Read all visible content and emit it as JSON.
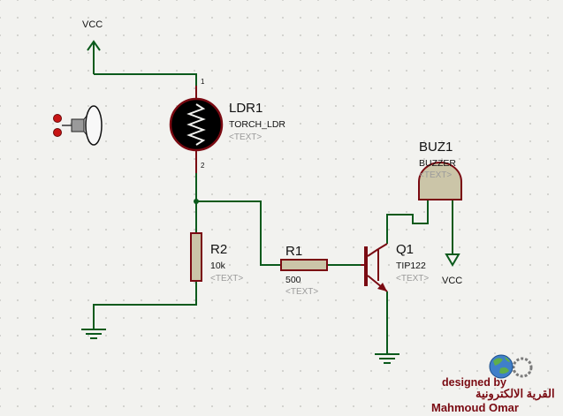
{
  "power": {
    "top_label": "VCC",
    "buzzer_label": "VCC"
  },
  "ldr": {
    "ref": "LDR1",
    "value": "TORCH_LDR",
    "placeholder": "<TEXT>",
    "pin1": "1",
    "pin2": "2"
  },
  "r2": {
    "ref": "R2",
    "value": "10k",
    "placeholder": "<TEXT>"
  },
  "r1": {
    "ref": "R1",
    "value": "500",
    "placeholder": "<TEXT>"
  },
  "q1": {
    "ref": "Q1",
    "value": "TIP122",
    "placeholder": "<TEXT>"
  },
  "buzzer": {
    "ref": "BUZ1",
    "value": "BUZZER",
    "placeholder": "<TEXT>"
  },
  "credit": {
    "designed_by": "designed by",
    "arabic": "القرية الالكترونية",
    "author": "Mahmoud Omar"
  },
  "colors": {
    "wire": "#0b5a1c",
    "component": "#7a0a12",
    "body_fill": "#cbc5a8",
    "background": "#f2f2ef"
  }
}
